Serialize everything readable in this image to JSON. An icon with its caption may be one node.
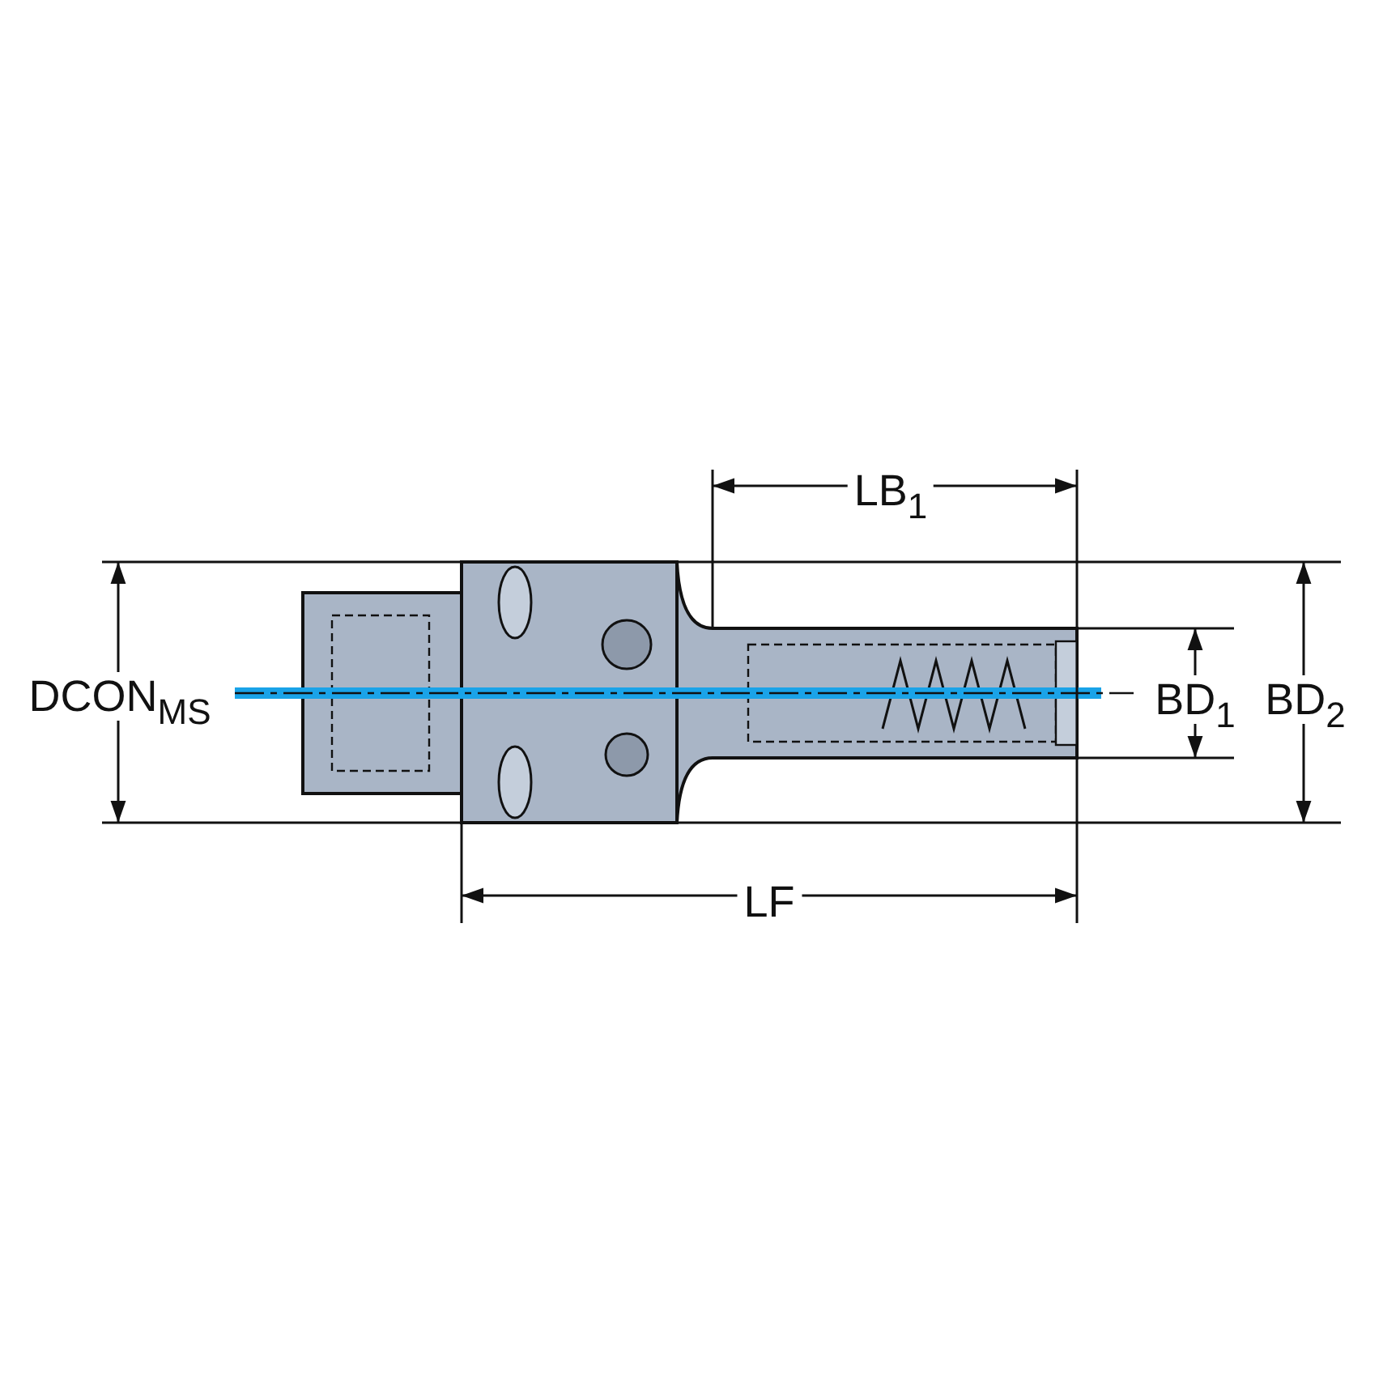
{
  "diagram": {
    "labels": [
      "LB$_{1}$",
      "DCON$_{MS}$",
      "BD$_{1}$",
      "BD$_{2}$",
      "LF"
    ]
  }
}
